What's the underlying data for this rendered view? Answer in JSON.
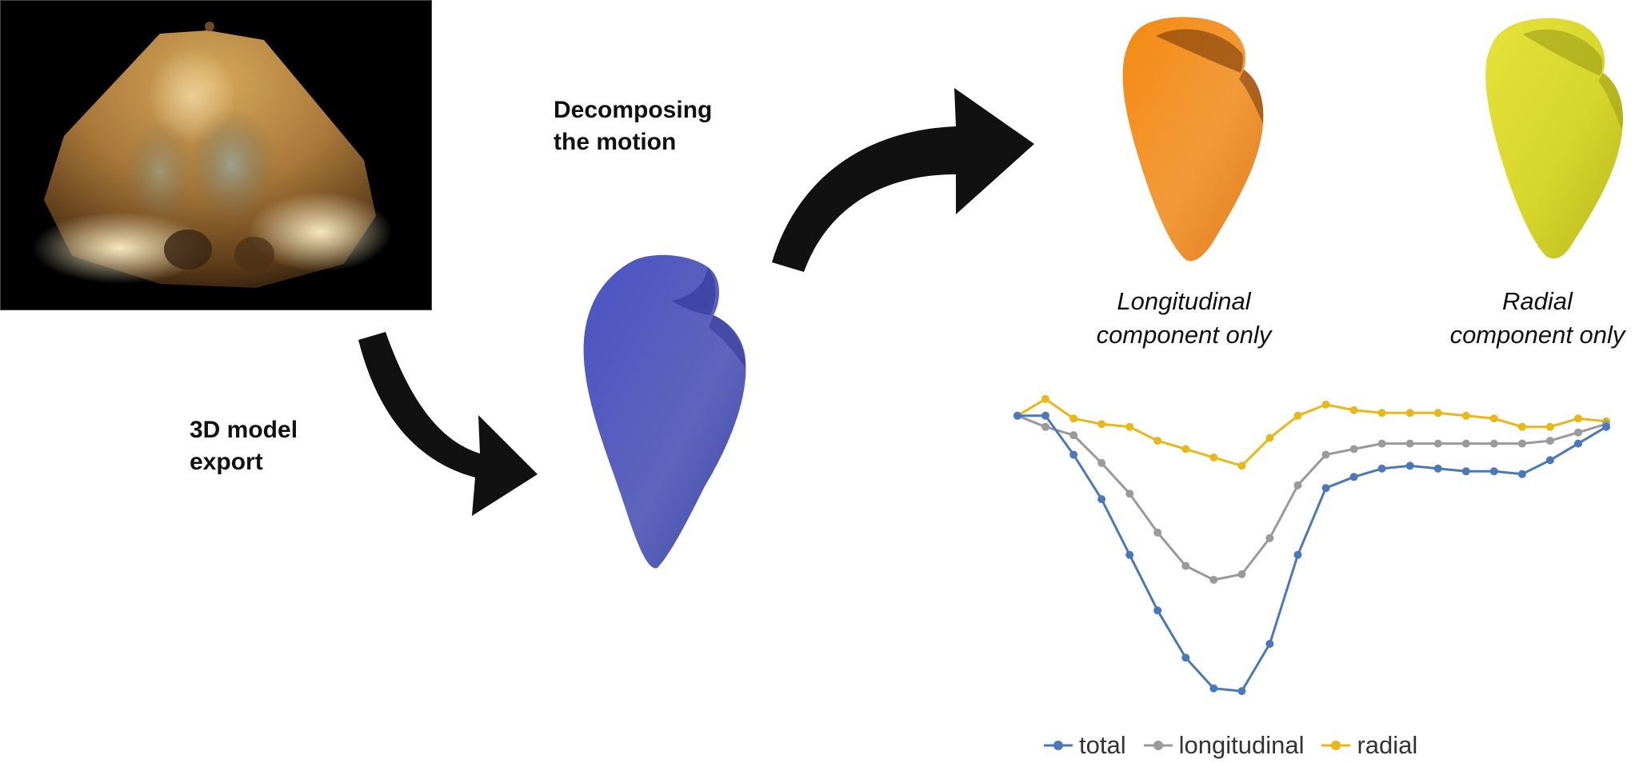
{
  "labels": {
    "export": "3D model\nexport",
    "decompose": "Decomposing\nthe motion",
    "longitudinal_caption": "Longitudinal\ncomponent only",
    "radial_caption": "Radial\ncomponent only"
  },
  "colors": {
    "arrow": "#111111",
    "blue_model": "#5560c0",
    "orange_model": "#f08c22",
    "yellow_model": "#d8dc30",
    "ultrasound_bg": "#000000",
    "ultrasound_tissue": "#c89850"
  },
  "chart_data": {
    "type": "line",
    "x": [
      1,
      2,
      3,
      4,
      5,
      6,
      7,
      8,
      9,
      10,
      11,
      12,
      13,
      14,
      15,
      16,
      17,
      18,
      19,
      20,
      21,
      22
    ],
    "series": [
      {
        "name": "total",
        "color": "#4a78b8",
        "values": [
          0,
          0,
          -0.14,
          -0.3,
          -0.5,
          -0.7,
          -0.87,
          -0.98,
          -0.99,
          -0.82,
          -0.5,
          -0.26,
          -0.22,
          -0.19,
          -0.18,
          -0.19,
          -0.2,
          -0.2,
          -0.21,
          -0.16,
          -0.1,
          -0.04
        ]
      },
      {
        "name": "longitudinal",
        "color": "#9a9a9a",
        "values": [
          0,
          -0.04,
          -0.07,
          -0.17,
          -0.28,
          -0.42,
          -0.54,
          -0.59,
          -0.57,
          -0.44,
          -0.25,
          -0.14,
          -0.12,
          -0.1,
          -0.1,
          -0.1,
          -0.1,
          -0.1,
          -0.1,
          -0.09,
          -0.06,
          -0.03
        ]
      },
      {
        "name": "radial",
        "color": "#e8b818",
        "values": [
          0,
          0.06,
          -0.01,
          -0.03,
          -0.04,
          -0.09,
          -0.12,
          -0.15,
          -0.18,
          -0.08,
          0,
          0.04,
          0.02,
          0.01,
          0.01,
          0.01,
          0,
          -0.01,
          -0.04,
          -0.04,
          -0.01,
          -0.02
        ]
      }
    ],
    "legend": [
      "total",
      "longitudinal",
      "radial"
    ],
    "legend_position": "bottom",
    "grid": false,
    "ylim": [
      -1.05,
      0.1
    ]
  }
}
